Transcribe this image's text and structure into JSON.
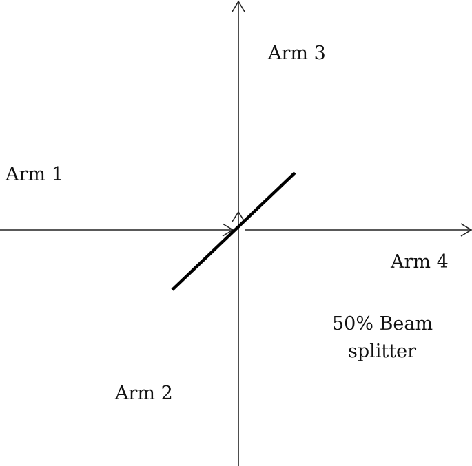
{
  "labels": {
    "arm1": "Arm 1",
    "arm2": "Arm 2",
    "arm3": "Arm 3",
    "arm4": "Arm 4",
    "splitter_line1": "50% Beam",
    "splitter_line2": "splitter"
  },
  "colors": {
    "line": "#222222",
    "splitter": "#000000",
    "background": "#ffffff"
  }
}
